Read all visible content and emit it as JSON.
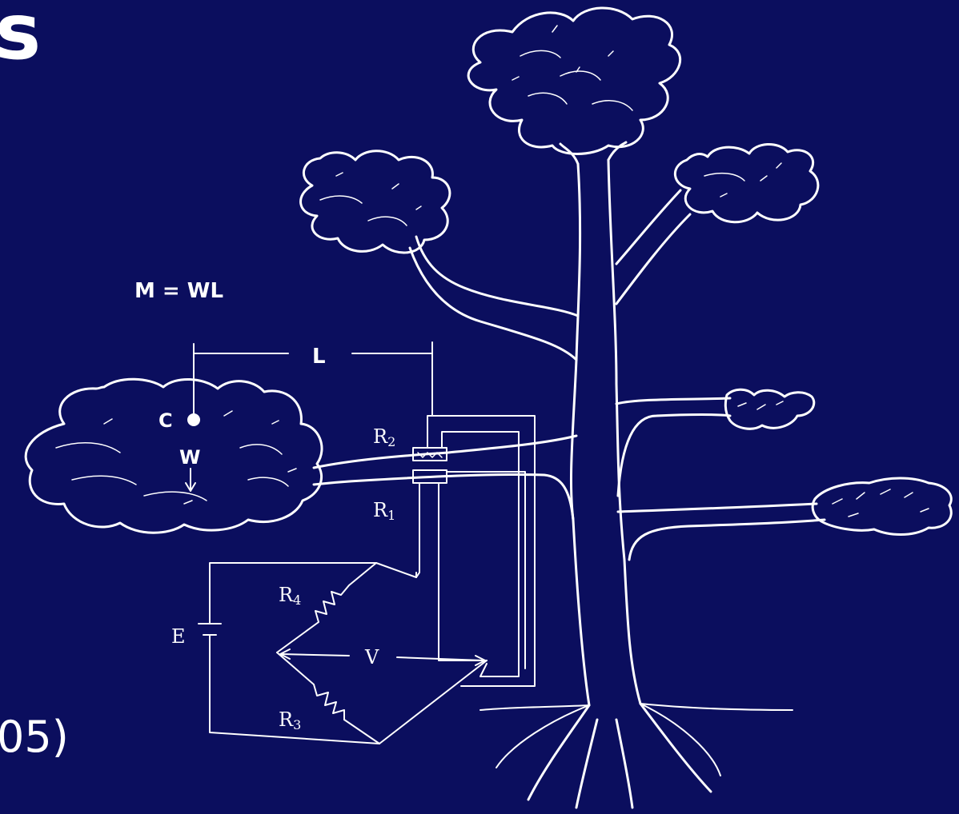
{
  "slide": {
    "title_fragment": "s",
    "citation_fragment": "05)"
  },
  "diagram": {
    "formula": "M = WL",
    "length_label": "L",
    "center_label": "C",
    "weight_label": "W",
    "strain_gauge_r2": {
      "letter": "R",
      "sub": "2"
    },
    "strain_gauge_r1": {
      "letter": "R",
      "sub": "1"
    },
    "resistor_r4": {
      "letter": "R",
      "sub": "4"
    },
    "resistor_r3": {
      "letter": "R",
      "sub": "3"
    },
    "battery_label": "E",
    "voltage_label": "V"
  },
  "colors": {
    "background": "#0b0e5e",
    "foreground": "#ffffff"
  }
}
